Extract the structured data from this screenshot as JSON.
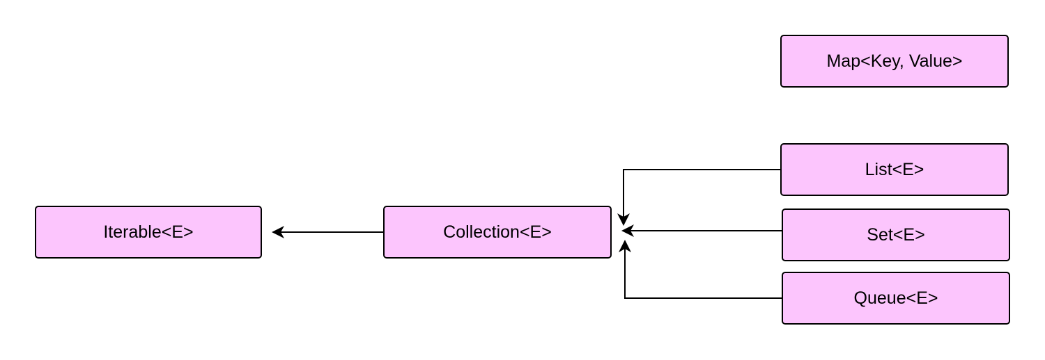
{
  "diagram": {
    "nodes": {
      "map": {
        "label": "Map<Key, Value>"
      },
      "list": {
        "label": "List<E>"
      },
      "set": {
        "label": "Set<E>"
      },
      "queue": {
        "label": "Queue<E>"
      },
      "iterable": {
        "label": "Iterable<E>"
      },
      "collection": {
        "label": "Collection<E>"
      }
    },
    "edges": [
      {
        "from": "collection",
        "to": "iterable"
      },
      {
        "from": "list",
        "to": "collection"
      },
      {
        "from": "set",
        "to": "collection"
      },
      {
        "from": "queue",
        "to": "collection"
      }
    ],
    "colors": {
      "node_fill": "#fcc5fd",
      "stroke": "#000000"
    }
  }
}
